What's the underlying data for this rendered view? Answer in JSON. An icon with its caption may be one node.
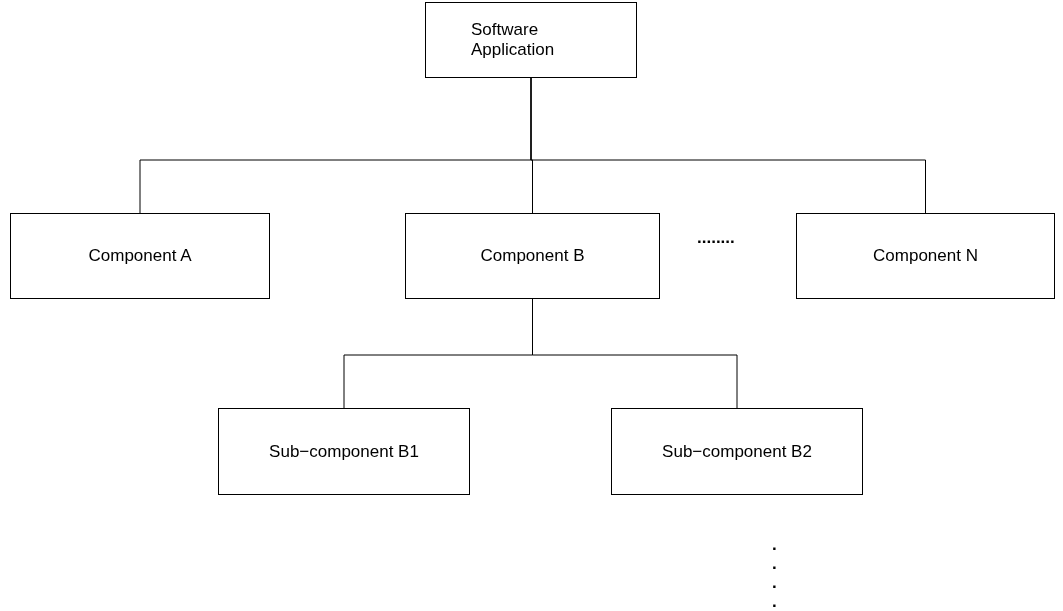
{
  "diagram": {
    "nodes": [
      {
        "text": [
          "Software Application"
        ]
      },
      {
        "text": [
          "Component A"
        ]
      },
      {
        "text": [
          "Component B"
        ]
      },
      {
        "text": [
          "Component N"
        ]
      },
      {
        "text": [
          "Sub−component B1"
        ]
      },
      {
        "text": [
          "Sub−component B2"
        ]
      }
    ],
    "edges": [
      {
        "from": 0,
        "to": 1,
        "arrow": "none"
      },
      {
        "from": 0,
        "to": 2,
        "arrow": "none"
      },
      {
        "from": 0,
        "to": 3,
        "arrow": "none"
      },
      {
        "from": 2,
        "to": 4,
        "arrow": "none"
      },
      {
        "from": 2,
        "to": 5,
        "arrow": "none"
      }
    ],
    "labels": [
      "........",
      "...."
    ]
  }
}
